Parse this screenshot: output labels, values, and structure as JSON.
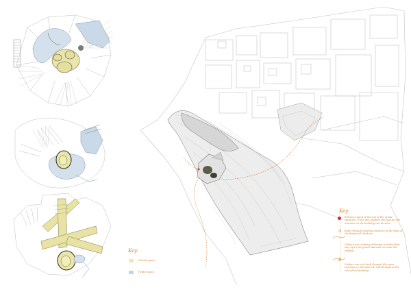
{
  "key_left": {
    "title": "Key:",
    "items": [
      {
        "label": "Private space",
        "color": "#f1eaa6"
      },
      {
        "label": "Public space",
        "color": "#bfd6ea"
      }
    ]
  },
  "key_right": {
    "title": "Key:",
    "marker_color": "#d8232a",
    "items": [
      {
        "letter": "",
        "text": "Entrance point at the top of the grand staircase. From this position the sign for the entrance to the building can be seen."
      },
      {
        "letter": "A",
        "text": "Enter through existing entrance at the base of the Botanical Gardens."
      },
      {
        "letter": "",
        "text": "Visitors use existing pathways to make their way up to the grand staircase to enter the theatre."
      },
      {
        "letter": "B",
        "text": "Visitors can exit back through the main entrance or the stairs B, and through to the rest of the building."
      }
    ]
  },
  "colors": {
    "line": "#9a9a9a",
    "light_line": "#c8c8c8",
    "private": "#e6e2a0",
    "public": "#b9cde2",
    "accent": "#d9822b"
  }
}
